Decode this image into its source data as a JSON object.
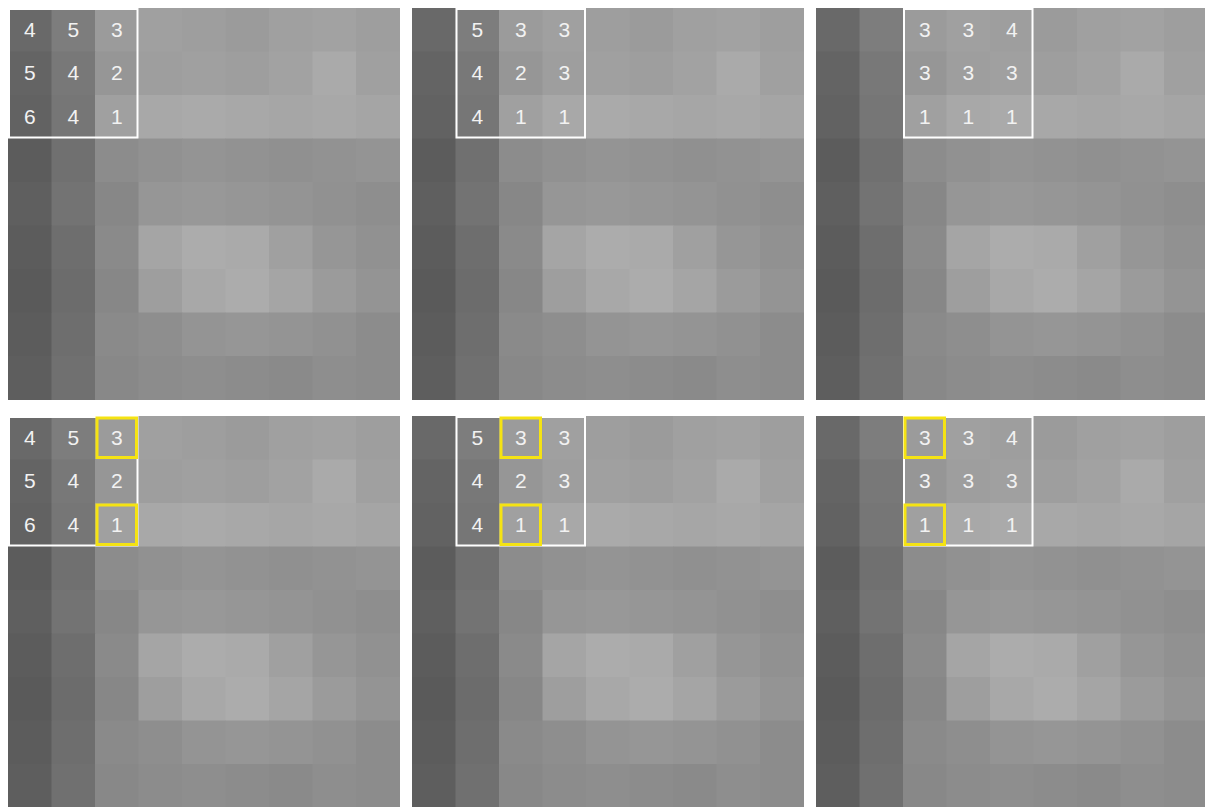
{
  "diagram": {
    "labels": [
      "4",
      "5",
      "3",
      "5",
      "4",
      "2",
      "6",
      "4",
      "1",
      "5",
      "3",
      "3",
      "4",
      "2",
      "3",
      "4",
      "1",
      "1",
      "3",
      "3",
      "4",
      "3",
      "3",
      "3",
      "1",
      "1",
      "1",
      "4",
      "5",
      "3",
      "5",
      "4",
      "2",
      "6",
      "4",
      "1",
      "5",
      "3",
      "3",
      "4",
      "2",
      "3",
      "4",
      "1",
      "1",
      "3",
      "3",
      "4",
      "3",
      "3",
      "3",
      "1",
      "1",
      "1"
    ]
  }
}
